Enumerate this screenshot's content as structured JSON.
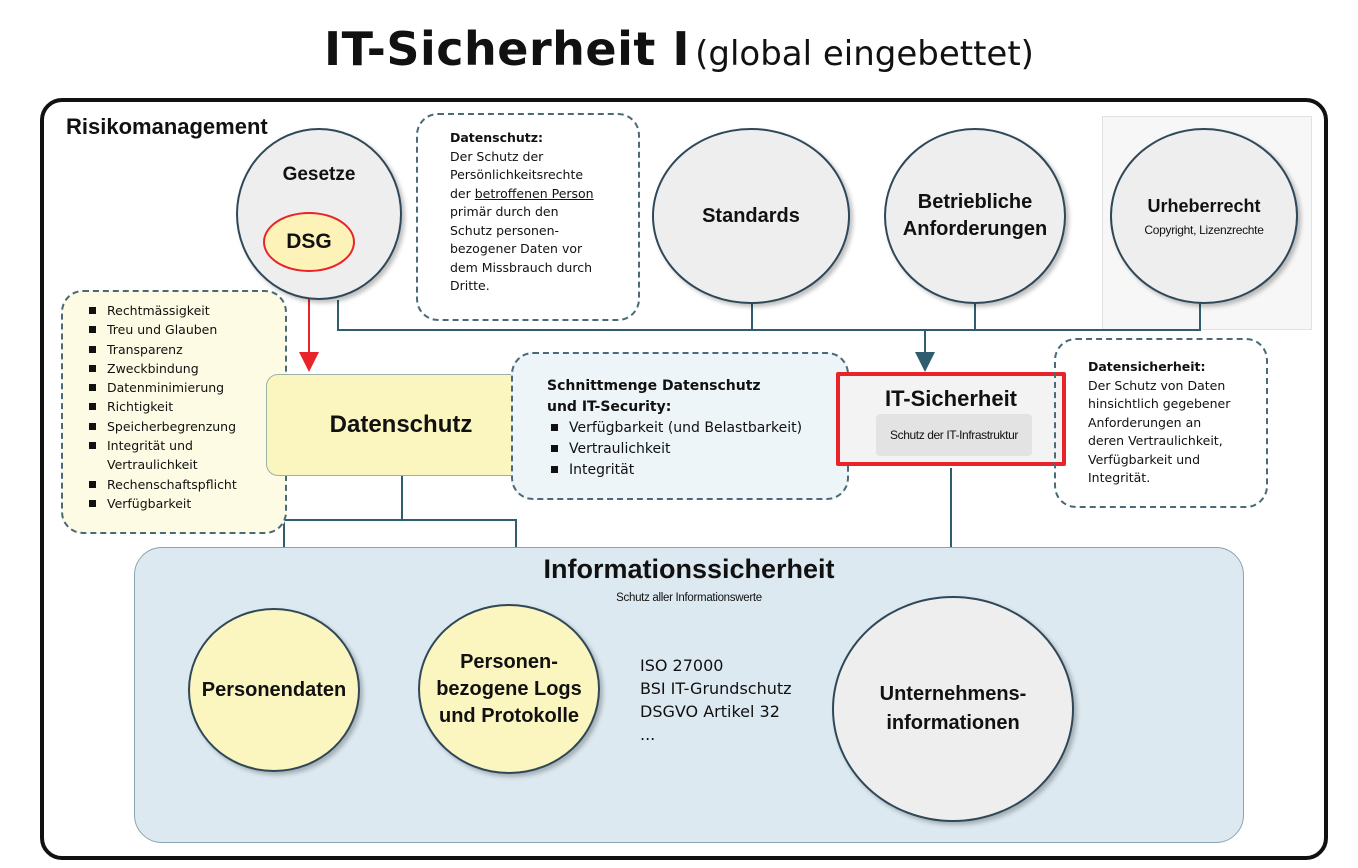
{
  "title": {
    "main": "IT-Sicherheit I",
    "sub": "(global eingebettet)"
  },
  "risikomanagement": "Risikomanagement",
  "gesetze": {
    "label": "Gesetze",
    "dsg": "DSG"
  },
  "datenschutz_note": {
    "heading": "Datenschutz:",
    "line1": "Der Schutz der",
    "line2": "Persönlichkeitsrechte",
    "line3_pre": "der ",
    "line3_link": "betroffenen Person",
    "line4": "primär durch den",
    "line5": "Schutz personen-",
    "line6": "bezogener Daten vor",
    "line7": "dem Missbrauch durch",
    "line8": "Dritte."
  },
  "standards": "Standards",
  "betriebliche": {
    "line1": "Betriebliche",
    "line2": "Anforderungen"
  },
  "urheberrecht": {
    "title": "Urheberrecht",
    "sub": "Copyright, Lizenzrechte"
  },
  "principles": [
    "Rechtmässigkeit",
    "Treu und Glauben",
    "Transparenz",
    "Zweckbindung",
    "Datenminimierung",
    "Richtigkeit",
    "Speicherbegrenzung",
    "Integrität und Vertraulichkeit",
    "Rechenschaftspflicht",
    "Verfügbarkeit"
  ],
  "datenschutz_box": "Datenschutz",
  "schnittmenge": {
    "heading1": "Schnittmenge Datenschutz",
    "heading2": "und IT-Security:",
    "items": [
      "Verfügbarkeit (und Belastbarkeit)",
      "Vertraulichkeit",
      "Integrität"
    ]
  },
  "it_sicherheit": {
    "title": "IT-Sicherheit",
    "sub": "Schutz der IT-Infrastruktur"
  },
  "datensicherheit_note": {
    "heading": "Datensicherheit:",
    "lines": [
      "Der Schutz von Daten",
      "hinsichtlich gegebener",
      "Anforderungen an",
      "deren Vertraulichkeit,",
      "Verfügbarkeit und",
      "Integrität."
    ]
  },
  "informationssicherheit": {
    "title": "Informationssicherheit",
    "sub": "Schutz aller Informationswerte"
  },
  "personendaten": "Personendaten",
  "personenlogs": {
    "line1": "Personen-",
    "line2": "bezogene Logs",
    "line3": "und Protokolle"
  },
  "standards_list": [
    "ISO 27000",
    "BSI IT-Grundschutz",
    "DSGVO Artikel 32",
    "..."
  ],
  "unternehmen": {
    "line1": "Unternehmens-",
    "line2": "informationen"
  },
  "colors": {
    "red": "#e8232a",
    "line": "#2f5d6e",
    "yellow": "#fbf5c0",
    "blue_fill": "#dce9f1",
    "gray_fill": "#eeeeee"
  }
}
